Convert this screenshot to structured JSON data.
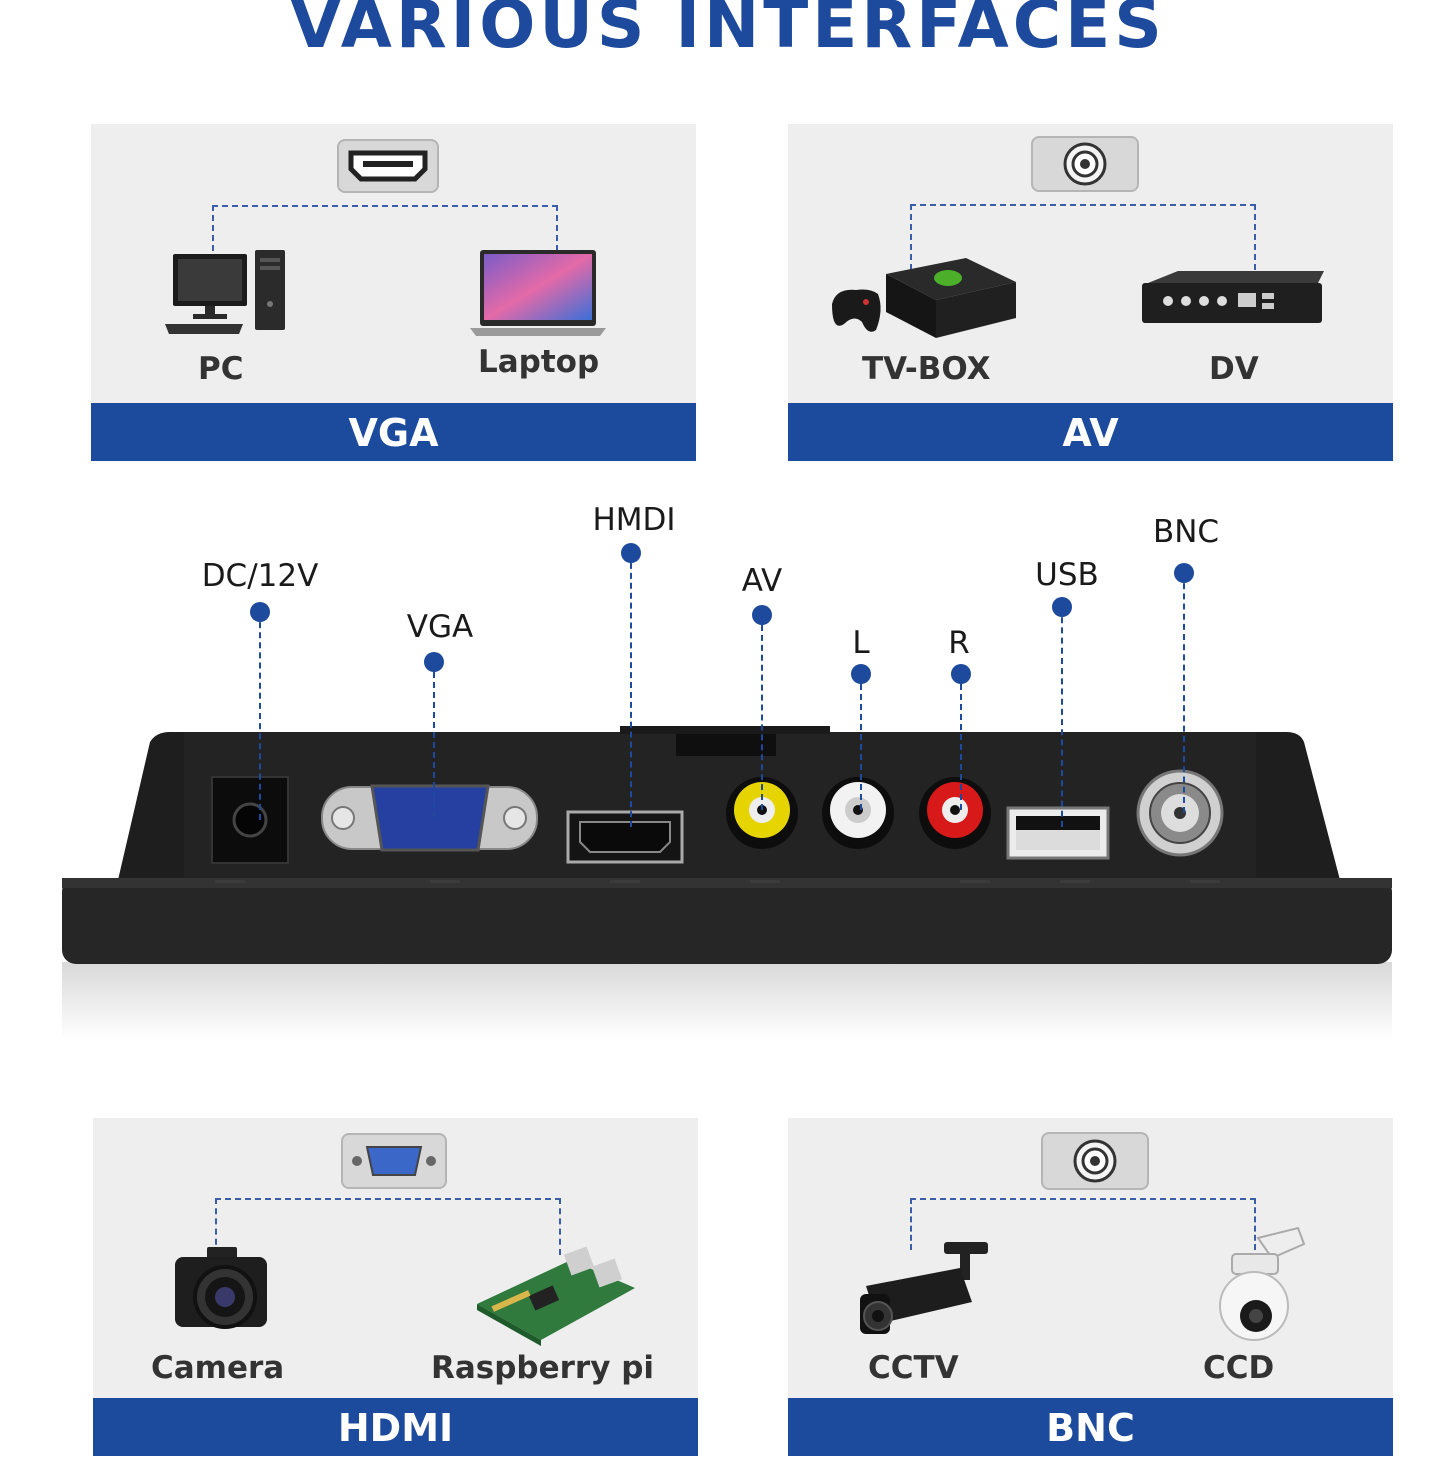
{
  "title": "VARIOUS INTERFACES",
  "colors": {
    "brand": "#1d4a9c",
    "panel": "#eeeeee",
    "device": "#1f1f1f"
  },
  "panels": [
    {
      "bar": "VGA",
      "connector_icon": "hdmi-port-icon",
      "devices": [
        {
          "label": "PC",
          "icon": "desktop-pc-icon"
        },
        {
          "label": "Laptop",
          "icon": "laptop-icon"
        }
      ]
    },
    {
      "bar": "AV",
      "connector_icon": "rca-port-icon",
      "devices": [
        {
          "label": "TV-BOX",
          "icon": "game-console-icon"
        },
        {
          "label": "DV",
          "icon": "dvr-box-icon"
        }
      ]
    },
    {
      "bar": "HDMI",
      "connector_icon": "vga-port-icon",
      "devices": [
        {
          "label": "Camera",
          "icon": "camera-icon"
        },
        {
          "label": "Raspberry pi",
          "icon": "raspberry-pi-board-icon"
        }
      ]
    },
    {
      "bar": "BNC",
      "connector_icon": "bnc-port-icon",
      "devices": [
        {
          "label": "CCTV",
          "icon": "cctv-camera-icon"
        },
        {
          "label": "CCD",
          "icon": "dome-camera-icon"
        }
      ]
    }
  ],
  "ports": [
    {
      "label": "DC/12V"
    },
    {
      "label": "VGA"
    },
    {
      "label": "HMDI"
    },
    {
      "label": "AV"
    },
    {
      "label": "L"
    },
    {
      "label": "R"
    },
    {
      "label": "USB"
    },
    {
      "label": "BNC"
    }
  ]
}
